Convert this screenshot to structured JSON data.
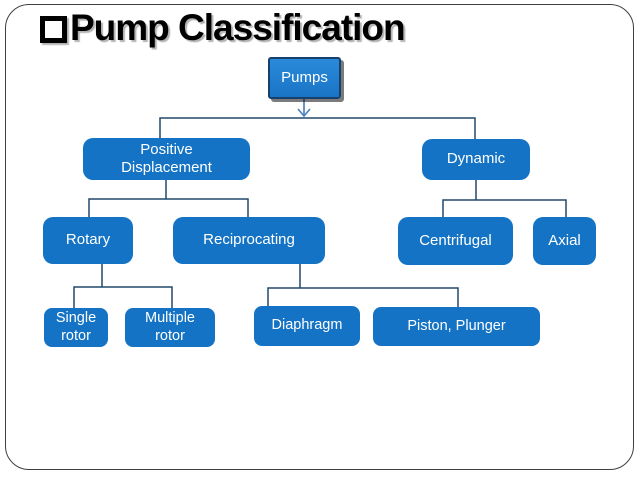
{
  "title": {
    "bullet_icon": "square-outline-icon",
    "text": "Pump Classification"
  },
  "nodes": {
    "pumps": "Pumps",
    "positive_displacement": "Positive\nDisplacement",
    "dynamic": "Dynamic",
    "rotary": "Rotary",
    "reciprocating": "Reciprocating",
    "centrifugal": "Centrifugal",
    "axial": "Axial",
    "single_rotor": "Single\nrotor",
    "multiple_rotor": "Multiple\nrotor",
    "diaphragm": "Diaphragm",
    "piston_plunger": "Piston, Plunger"
  },
  "hierarchy": {
    "label": "Pumps",
    "children": [
      {
        "label": "Positive Displacement",
        "children": [
          {
            "label": "Rotary",
            "children": [
              {
                "label": "Single rotor"
              },
              {
                "label": "Multiple rotor"
              }
            ]
          },
          {
            "label": "Reciprocating",
            "children": [
              {
                "label": "Diaphragm"
              },
              {
                "label": "Piston, Plunger"
              }
            ]
          }
        ]
      },
      {
        "label": "Dynamic",
        "children": [
          {
            "label": "Centrifugal"
          },
          {
            "label": "Axial"
          }
        ]
      }
    ]
  },
  "colors": {
    "node_fill": "#1473c4",
    "root_fill_top": "#2a8ada",
    "root_fill_bottom": "#1a74c6",
    "root_border": "#16406f",
    "node_text": "#ffffff",
    "connector_line": "#20486a",
    "arrow_line": "#4f81bd",
    "title_text": "#000000",
    "frame_border": "#3f3f3f",
    "background": "#ffffff"
  }
}
